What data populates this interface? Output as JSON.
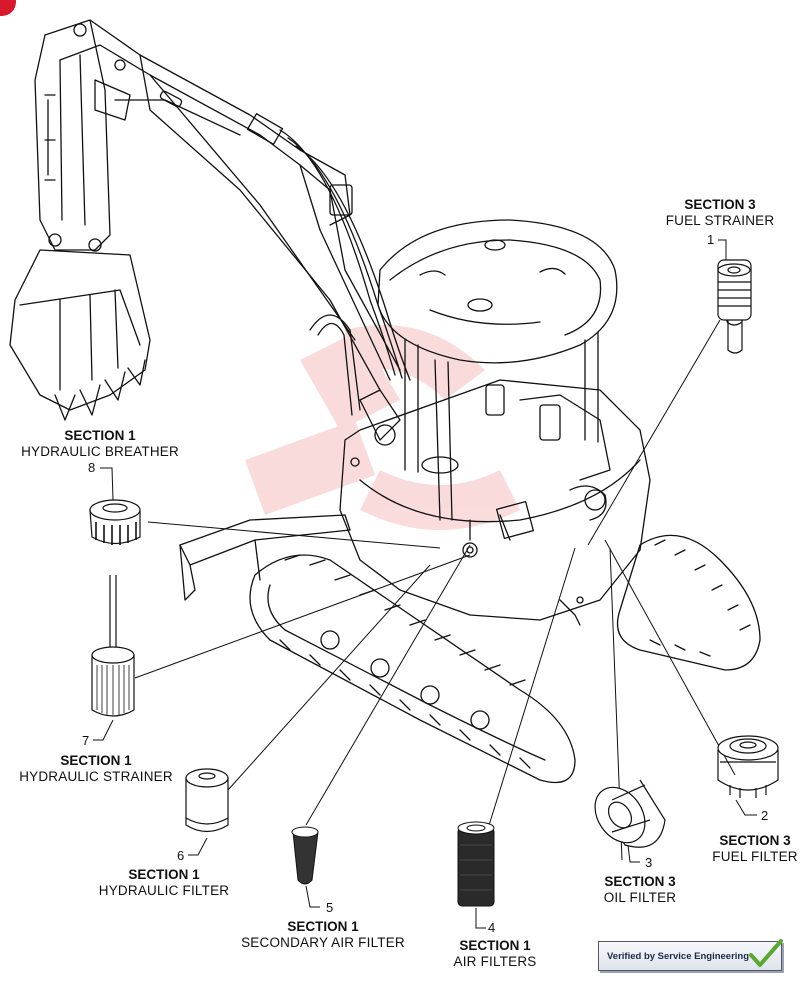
{
  "labels": [
    {
      "id": "1",
      "section": "SECTION 3",
      "name": "FUEL STRAINER",
      "number": "1"
    },
    {
      "id": "2",
      "section": "SECTION 3",
      "name": "FUEL FILTER",
      "number": "2"
    },
    {
      "id": "3",
      "section": "SECTION 3",
      "name": "OIL FILTER",
      "number": "3"
    },
    {
      "id": "4",
      "section": "SECTION 1",
      "name": "AIR FILTERS",
      "number": "4"
    },
    {
      "id": "5",
      "section": "SECTION 1",
      "name": "SECONDARY AIR FILTER",
      "number": "5"
    },
    {
      "id": "6",
      "section": "SECTION 1",
      "name": "HYDRAULIC FILTER",
      "number": "6"
    },
    {
      "id": "7",
      "section": "SECTION 1",
      "name": "HYDRAULIC STRAINER",
      "number": "7"
    },
    {
      "id": "8",
      "section": "SECTION 1",
      "name": "HYDRAULIC BREATHER",
      "number": "8"
    }
  ],
  "badge": {
    "text": "Verified by Service Engineering"
  },
  "colors": {
    "line": "#111111",
    "watermark": "#e23b3b",
    "corner": "#d8182b",
    "check": "#5aa832"
  }
}
